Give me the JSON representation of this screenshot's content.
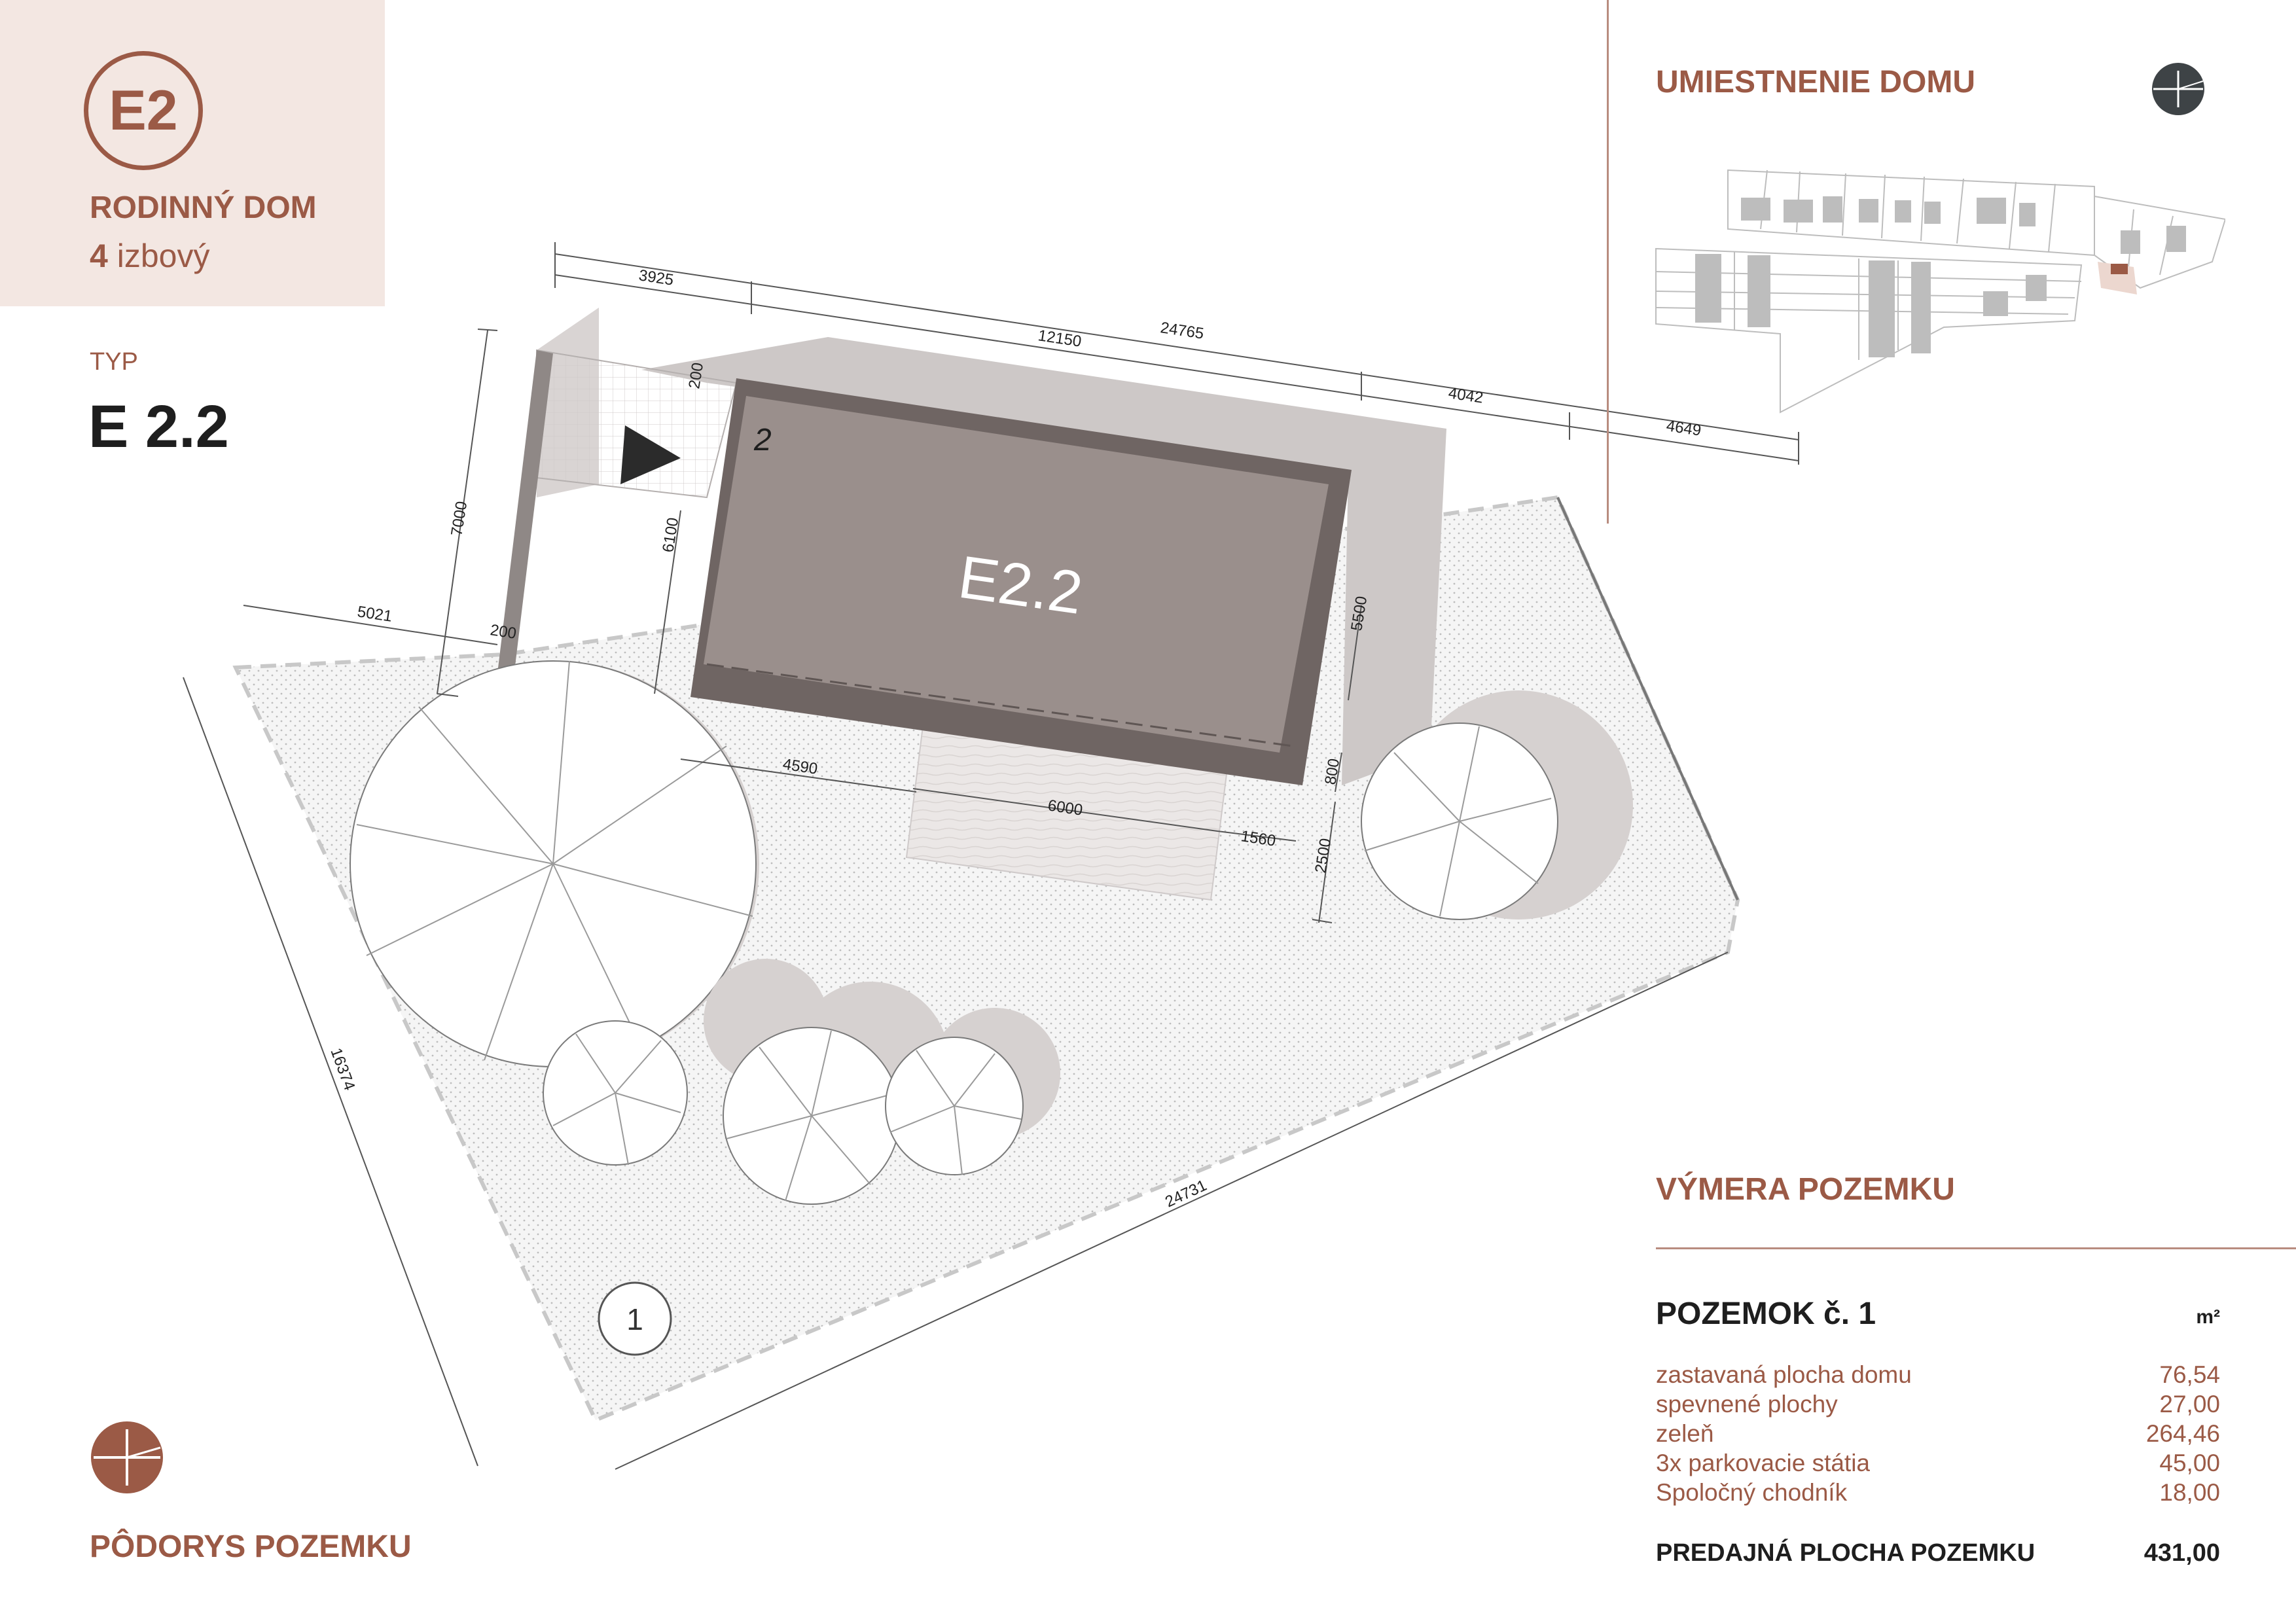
{
  "badge": {
    "code": "E2",
    "house_type": "RODINNÝ DOM",
    "rooms_number": "4",
    "rooms_word": "izbový"
  },
  "typ": {
    "label": "TYP",
    "value": "E 2.2"
  },
  "location": {
    "title": "UMIESTNENIE DOMU"
  },
  "plan": {
    "title": "PÔDORYS POZEMKU",
    "house_label": "E2.2",
    "entrance_number": "2",
    "plot_number": "1",
    "dimensions": {
      "d3925": "3925",
      "d12150": "12150",
      "d24765": "24765",
      "d4042": "4042",
      "d4649": "4649",
      "d200a": "200",
      "d7000": "7000",
      "d6100": "6100",
      "d5021": "5021",
      "d200b": "200",
      "d5500": "5500",
      "d4590": "4590",
      "d6000": "6000",
      "d800": "800",
      "d1560": "1560",
      "d2500": "2500",
      "d16374": "16374",
      "d24731": "24731"
    }
  },
  "area": {
    "title": "VÝMERA POZEMKU",
    "plot_name": "POZEMOK č. 1",
    "unit": "m²",
    "rows": [
      {
        "label": "zastavaná plocha domu",
        "value": "76,54"
      },
      {
        "label": "spevnené plochy",
        "value": "27,00"
      },
      {
        "label": "zeleň",
        "value": "264,46"
      },
      {
        "label": "3x parkovacie státia",
        "value": "45,00"
      },
      {
        "label": "Spoločný chodník",
        "value": "18,00"
      }
    ],
    "total_label": "PREDAJNÁ PLOCHA POZEMKU",
    "total_value": "431,00"
  },
  "colors": {
    "accent": "#9b5a46",
    "panel": "#f3e7e2",
    "house": "#9a8f8c",
    "house_border": "#6f6563",
    "shadow": "#cbc6c5"
  },
  "icons": {
    "compass": "compass-icon",
    "entrance": "entrance-arrow-icon"
  }
}
